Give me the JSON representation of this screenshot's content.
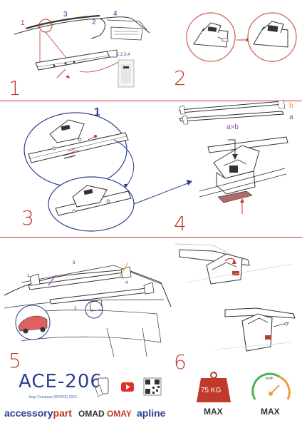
{
  "steps": [
    "1",
    "2",
    "3",
    "4",
    "5",
    "6"
  ],
  "step1": {
    "callout_1": "1",
    "callout_3": "3",
    "callout_4": "4",
    "callout_2": "2",
    "part_codes": "1,2,3,4"
  },
  "step3": {
    "callout_1": "1"
  },
  "step4": {
    "label_a_gt_b": "a>b",
    "label_b": "b",
    "label_a": "a"
  },
  "step5": {
    "callout_1": "1",
    "callout_3": "3",
    "callout_4": "4",
    "callout_2": "2"
  },
  "product": {
    "model": "ACE-206",
    "subtitle": "Jeep Compass (MP/552) 2016-"
  },
  "brands": {
    "accessorypart_a": "accessory",
    "accessorypart_b": "part",
    "omad": "OMAD",
    "omay": "OMAY",
    "apline": "apline"
  },
  "specs": {
    "weight_value": "75 KG",
    "weight_label": "MAX",
    "speed_unit": "km/h",
    "speed_label": "MAX"
  },
  "colors": {
    "accent_red": "#c0392b",
    "blue": "#2c3e8f",
    "orange": "#e8a23a",
    "purple": "#8e44ad",
    "youtube_red": "#e52d27"
  }
}
